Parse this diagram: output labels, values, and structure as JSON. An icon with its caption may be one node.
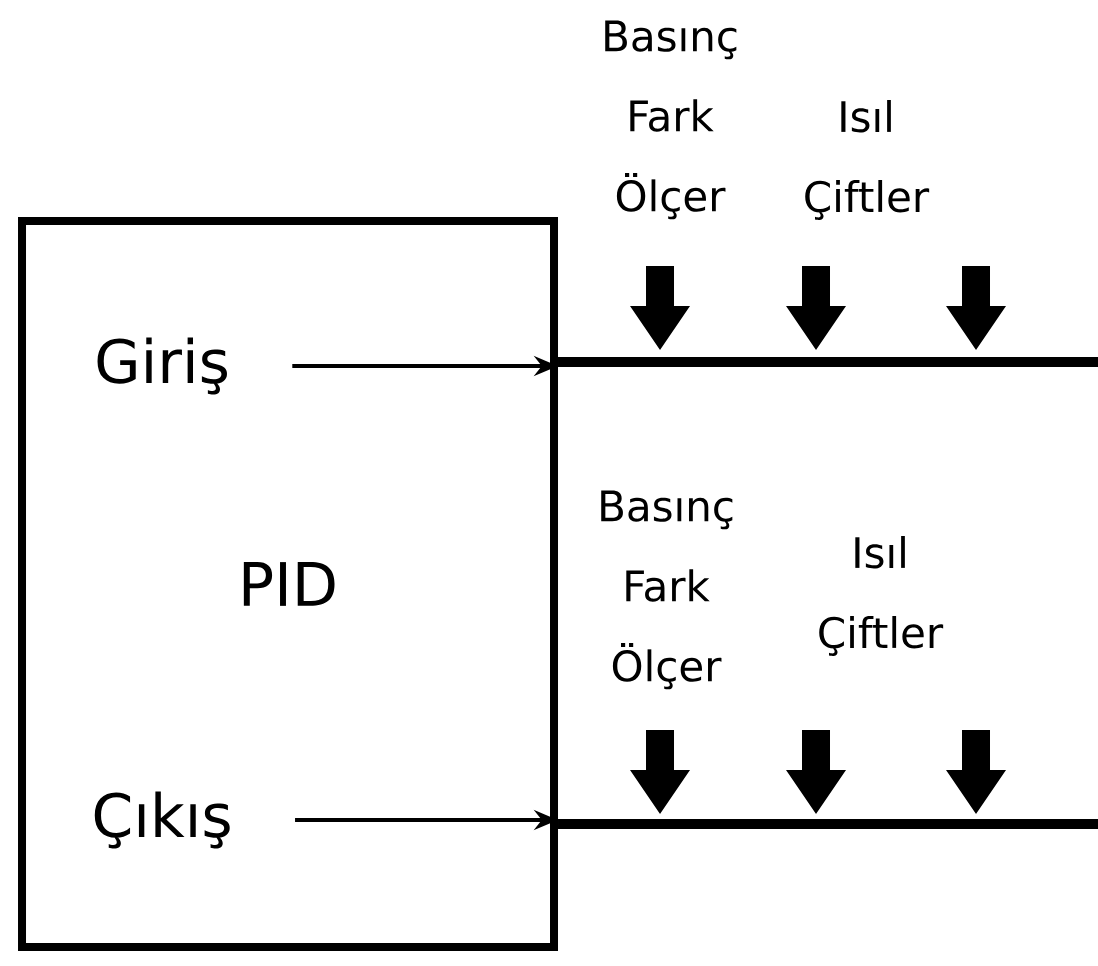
{
  "diagram": {
    "nodes": [
      {
        "text": [
          "PID"
        ]
      },
      {
        "text": [
          "Giriş"
        ],
        "in": 0
      },
      {
        "text": [
          "Çıkış"
        ],
        "in": 0
      }
    ],
    "edges": [
      {
        "from": 1,
        "to": 0,
        "arrow": "to"
      },
      {
        "from": 2,
        "to": 0,
        "arrow": "to"
      },
      {
        "from": 0,
        "to": null,
        "arrow": "none",
        "style": "thick"
      },
      {
        "from": 0,
        "to": null,
        "arrow": "none",
        "style": "thick"
      }
    ],
    "labels": [
      "Basınç Fark Ölçer",
      "Isıl Çiftler",
      "Basınç Fark Ölçer",
      "Isıl Çiftler"
    ]
  }
}
